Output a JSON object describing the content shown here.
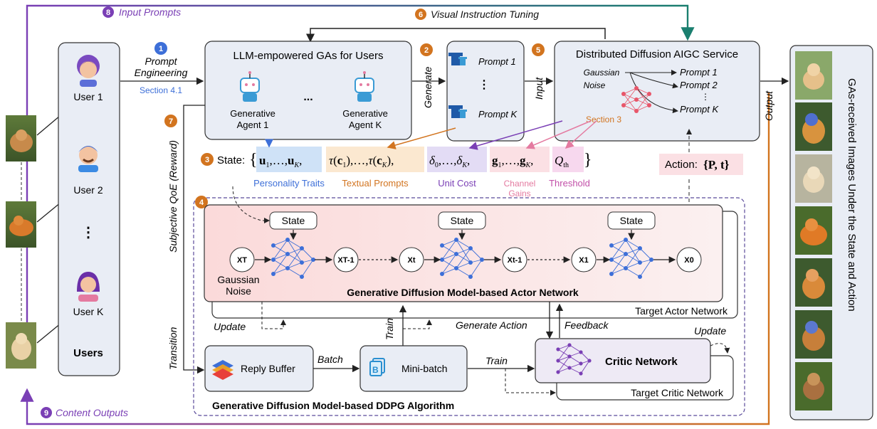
{
  "prompts_top": {
    "num": "8",
    "label": "Input Prompts"
  },
  "content_outputs": {
    "num": "9",
    "label": "Content Outputs"
  },
  "visual_tuning": {
    "num": "6",
    "label": "Visual Instruction Tuning"
  },
  "prompt_eng": {
    "num": "1",
    "line1": "Prompt",
    "line2": "Engineering",
    "ref": "Section 4.1"
  },
  "users": {
    "items": [
      "User 1",
      "User 2",
      "User K"
    ],
    "ellipsis": "⋮",
    "title": "Users"
  },
  "gas": {
    "title": "LLM-empowered GAs for Users",
    "agent1_l1": "Generative",
    "agent1_l2": "Agent 1",
    "agentK_l1": "Generative",
    "agentK_l2": "Agent K",
    "dots": "..."
  },
  "generate_step": {
    "num": "2",
    "label": "Generate"
  },
  "prompts_box": {
    "p1": "Prompt 1",
    "pk": "Prompt K",
    "dots": "⋮"
  },
  "input_step": {
    "num": "5",
    "label": "Input"
  },
  "aigc": {
    "title": "Distributed Diffusion AIGC Service",
    "gauss1": "Gaussian",
    "gauss2": "Noise",
    "p1": "Prompt 1",
    "p2": "Prompt 2",
    "dots": "⋮",
    "pk": "Prompt K",
    "ref": "Section 3"
  },
  "output_label": "Output",
  "right_panel_text": "GAs-received Images Under the State and Action",
  "state": {
    "num": "3",
    "prefix": "State:",
    "u1": "u",
    "g1": "g",
    "labels": [
      "Personality Traits",
      "Textual Prompts",
      "Unit Cost",
      "Channel\nGains",
      "Threshold"
    ]
  },
  "qoe": {
    "num": "7",
    "label": "Subjective QoE (Reward)"
  },
  "transition_label": "Transition",
  "action": {
    "prefix": "Action:",
    "value": "{P, t}"
  },
  "ddpg": {
    "num": "4",
    "title": "Generative Diffusion Model-based DDPG Algorithm"
  },
  "actor": {
    "title": "Generative Diffusion Model-based Actor Network",
    "target": "Target Actor Network",
    "state_label": "State",
    "nodes": [
      "XT",
      "XT-1",
      "Xt",
      "Xt-1",
      "X1",
      "X0"
    ],
    "gauss1": "Gaussian",
    "gauss2": "Noise"
  },
  "critic": {
    "title": "Critic Network",
    "target": "Target Critic Network"
  },
  "buffer": {
    "label": "Reply Buffer"
  },
  "minibatch": {
    "label": "Mini-batch"
  },
  "edges": {
    "batch": "Batch",
    "train": "Train",
    "train2": "Train",
    "update": "Update",
    "update2": "Update",
    "generate_action": "Generate Action",
    "feedback": "Feedback"
  },
  "colors": {
    "purple": "#7a3fb5",
    "orange": "#d2741f",
    "teal": "#1a7f6f",
    "blue": "#3d6fd8",
    "pink": "#e47aa0"
  }
}
